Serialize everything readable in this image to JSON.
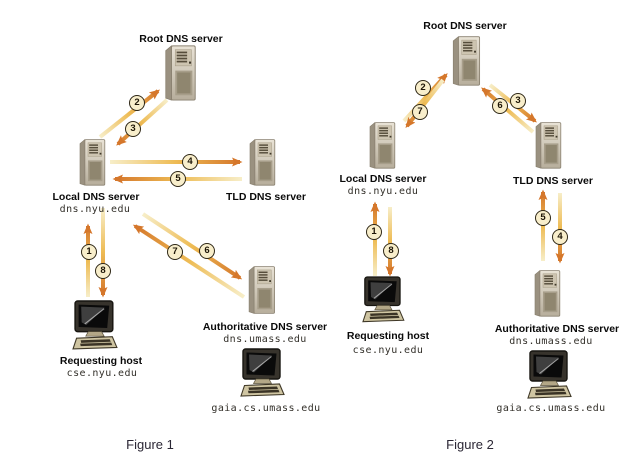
{
  "figures": [
    {
      "caption": "Figure 1",
      "nodes": {
        "root": {
          "label": "Root DNS server"
        },
        "local": {
          "label": "Local DNS server",
          "hostname": "dns.nyu.edu"
        },
        "tld": {
          "label": "TLD DNS server"
        },
        "requesting": {
          "label": "Requesting host",
          "hostname": "cse.nyu.edu"
        },
        "authoritative": {
          "label": "Authoritative DNS server",
          "hostname": "dns.umass.edu"
        },
        "authoritative_host": {
          "hostname": "gaia.cs.umass.edu"
        }
      },
      "steps": [
        "1",
        "2",
        "3",
        "4",
        "5",
        "6",
        "7",
        "8"
      ]
    },
    {
      "caption": "Figure 2",
      "nodes": {
        "root": {
          "label": "Root DNS server"
        },
        "local": {
          "label": "Local DNS server",
          "hostname": "dns.nyu.edu"
        },
        "tld": {
          "label": "TLD DNS server"
        },
        "requesting": {
          "label": "Requesting host",
          "hostname": "cse.nyu.edu"
        },
        "authoritative": {
          "label": "Authoritative DNS server",
          "hostname": "dns.umass.edu"
        },
        "authoritative_host": {
          "hostname": "gaia.cs.umass.edu"
        }
      },
      "steps": [
        "1",
        "2",
        "3",
        "4",
        "5",
        "6",
        "7",
        "8"
      ]
    }
  ],
  "colors": {
    "arrow_tail": "#f7eec9",
    "arrow_mid": "#eebc55",
    "arrow_head": "#d5772b",
    "step_circle_fill": "#f8eecb",
    "step_circle_border": "#2f2817"
  }
}
